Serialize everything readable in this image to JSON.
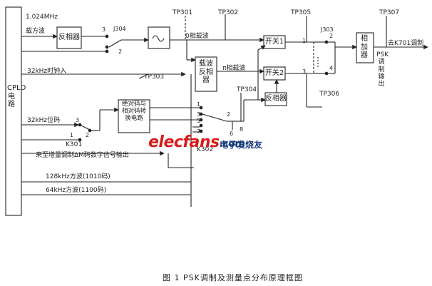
{
  "labels": {
    "in1": "1.024MHz",
    "in1b": "载方波",
    "clk32": "32kHz时钟入",
    "code32": "32kHz位码",
    "incr": "来至增量调制ΔM码数字信号输出",
    "sq128": "128kHz方波(1010码)",
    "sq64": "64kHz方波(1100码)",
    "cpld": "CPLD电路",
    "inv1": "反相器",
    "inv_carrier": "载波反相器",
    "inv2": "反相器",
    "sw1": "开关1",
    "sw2": "开关2",
    "adder": "相加器",
    "conv": "绝对码与相对码转换电路",
    "carrier0": "0相载波",
    "carrierpi": "π相载波",
    "out_to": "去K701调制",
    "psk_out": "PSK调制输出",
    "tp301": "TP301",
    "tp302": "TP302",
    "tp303": "TP303",
    "tp304": "TP304",
    "tp305": "TP305",
    "tp306": "TP306",
    "tp307": "TP307",
    "k301": "K301",
    "k302": "K302",
    "j304": "J304",
    "j303": "J303",
    "n1": "1",
    "n2": "2",
    "n3": "3",
    "n4": "4",
    "n5": "5",
    "n6": "6",
    "n7": "7",
    "n8": "8"
  },
  "watermark": {
    "site": "elecfans",
    "dotcom": ".com",
    "cn": "电子发烧友"
  },
  "caption": "图 1 PSK调制及测量点分布原理框图"
}
